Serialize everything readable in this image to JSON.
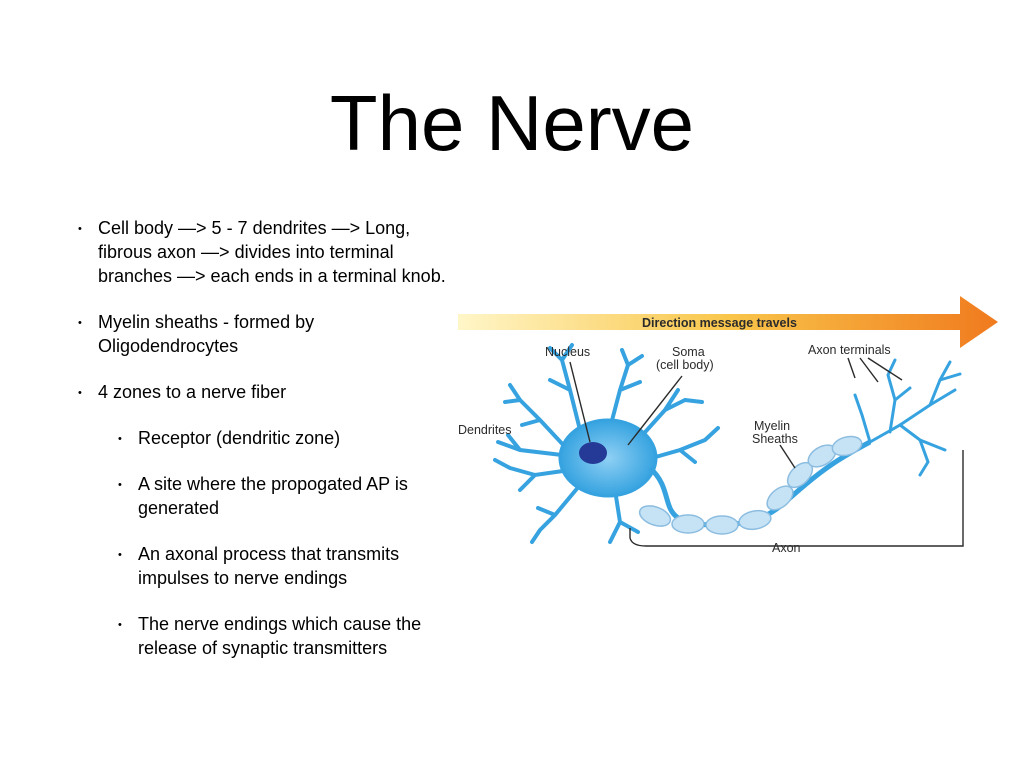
{
  "title": "The Nerve",
  "bullets": {
    "b1": "Cell body —> 5 - 7 dendrites —> Long, fibrous axon —> divides into terminal branches —> each ends in a terminal knob.",
    "b2": "Myelin sheaths - formed by Oligodendrocytes",
    "b3": "4 zones to a nerve fiber",
    "sub": [
      "Receptor (dendritic zone)",
      "A site where the propogated AP is generated",
      "An axonal process that transmits impulses to nerve endings",
      "The nerve endings which cause the release of synaptic transmitters"
    ]
  },
  "diagram": {
    "arrow_label": "Direction message travels",
    "nucleus": "Nucleus",
    "soma": "Soma",
    "soma_sub": "(cell body)",
    "axon_terminals": "Axon terminals",
    "dendrites": "Dendrites",
    "myelin": "Myelin",
    "sheaths": "Sheaths",
    "axon": "Axon"
  },
  "colors": {
    "arrow_start": "#fff6c8",
    "arrow_mid": "#f9c64a",
    "arrow_end": "#f07a1e",
    "neuron_fill": "#36a3e0",
    "neuron_light": "#7cc4ee",
    "nucleus_fill": "#243a96",
    "sheath_fill": "#c6e3f6",
    "sheath_stroke": "#8cbde0",
    "label_text": "#2b2b2b"
  }
}
